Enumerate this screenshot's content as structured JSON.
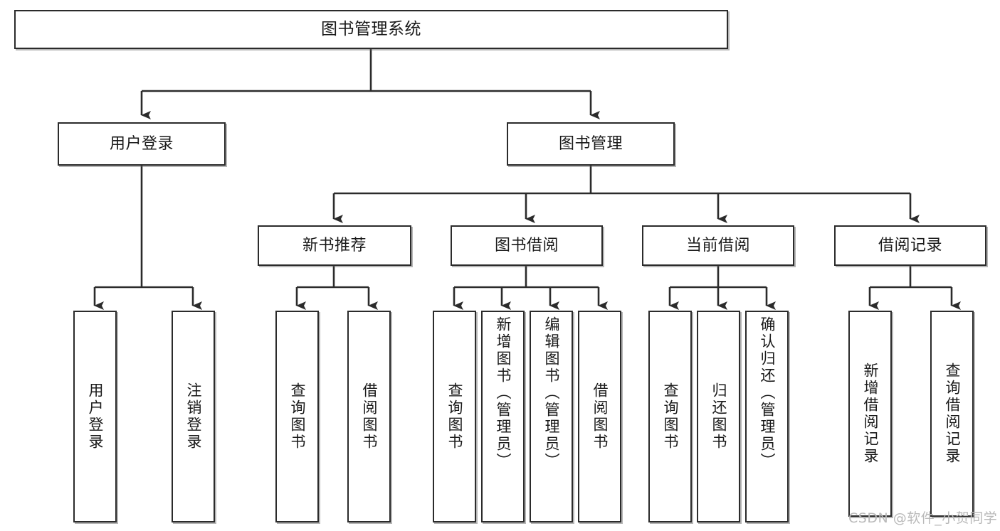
{
  "diagram": {
    "title": "图书管理系统",
    "type": "tree-hierarchy-chart",
    "root": {
      "label": "图书管理系统"
    },
    "level2": [
      {
        "label": "用户登录"
      },
      {
        "label": "图书管理"
      }
    ],
    "level3": [
      {
        "label": "新书推荐"
      },
      {
        "label": "图书借阅"
      },
      {
        "label": "当前借阅"
      },
      {
        "label": "借阅记录"
      }
    ],
    "leaves": {
      "user_login": [
        {
          "label": "用户登录"
        },
        {
          "label": "注销登录"
        }
      ],
      "new_book_recommend": [
        {
          "label": "查询图书"
        },
        {
          "label": "借阅图书"
        }
      ],
      "book_borrow": [
        {
          "label": "查询图书"
        },
        {
          "label": "新增图书（管理员）"
        },
        {
          "label": "编辑图书（管理员）"
        },
        {
          "label": "借阅图书"
        }
      ],
      "current_borrow": [
        {
          "label": "查询图书"
        },
        {
          "label": "归还图书"
        },
        {
          "label": "确认归还（管理员）"
        }
      ],
      "borrow_record": [
        {
          "label": "新增借阅记录"
        },
        {
          "label": "查询借阅记录"
        }
      ]
    },
    "watermark": "CSDN @软件_小贺同学",
    "colors": {
      "stroke": "#2b2b2b",
      "fill": "#ffffff",
      "text": "#1a1a1a",
      "watermark": "#b9b9b9"
    }
  }
}
